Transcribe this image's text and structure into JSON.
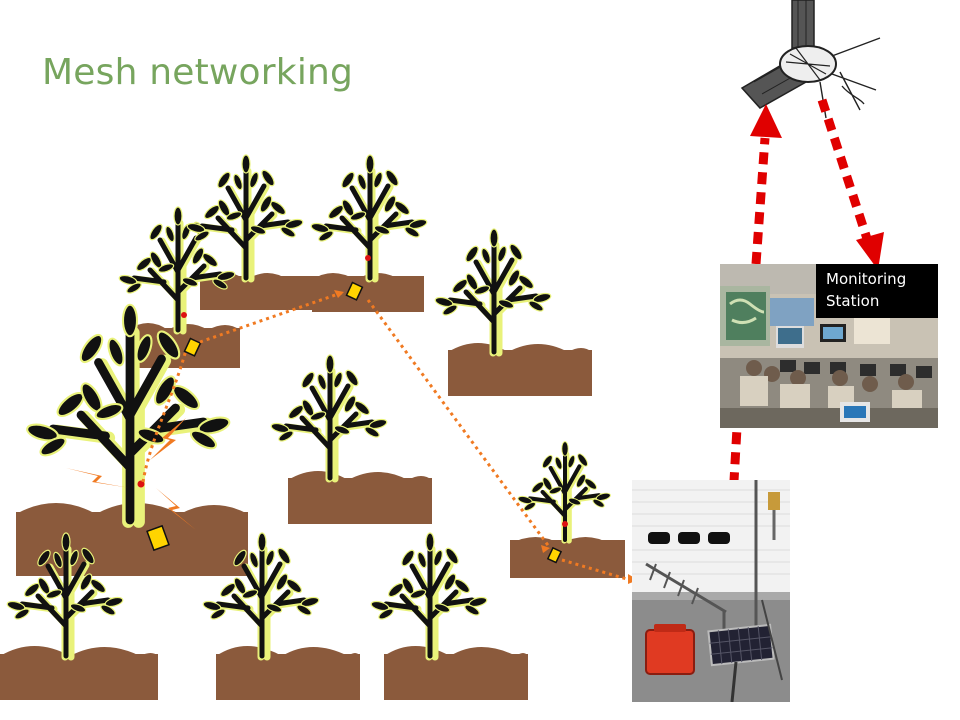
{
  "slide": {
    "title": "Mesh networking"
  },
  "station": {
    "caption_line1": "Monitoring",
    "caption_line2": "Station"
  },
  "colors": {
    "title": "#77a55e",
    "soil": "#8b5a3c",
    "tree": "#111111",
    "tree_glow": "#e9f27a",
    "sensor": "#ffd400",
    "mesh_link": "#f07a22",
    "satellite_link": "#e00000"
  },
  "diagram": {
    "nodes": [
      {
        "id": "tree-1",
        "kind": "tree"
      },
      {
        "id": "tree-2",
        "kind": "tree"
      },
      {
        "id": "tree-3",
        "kind": "tree"
      },
      {
        "id": "tree-4",
        "kind": "tree"
      },
      {
        "id": "tree-5",
        "kind": "tree"
      },
      {
        "id": "tree-6",
        "kind": "tree"
      },
      {
        "id": "tree-7",
        "kind": "tree"
      },
      {
        "id": "tree-8",
        "kind": "tree"
      },
      {
        "id": "tree-9",
        "kind": "tree"
      },
      {
        "id": "tree-10",
        "kind": "tree"
      },
      {
        "id": "satellite",
        "kind": "satellite"
      },
      {
        "id": "monitoring-station",
        "kind": "photo"
      },
      {
        "id": "field-station",
        "kind": "photo"
      }
    ],
    "links": [
      {
        "from": "tree-7",
        "to": "tree-1",
        "style": "dotted"
      },
      {
        "from": "tree-1",
        "to": "tree-3",
        "style": "dotted"
      },
      {
        "from": "tree-3",
        "to": "tree-10",
        "style": "dotted"
      },
      {
        "from": "tree-10",
        "to": "field-station",
        "style": "dotted"
      },
      {
        "from": "field-station",
        "to": "monitoring-station",
        "style": "dashed"
      },
      {
        "from": "monitoring-station",
        "to": "satellite",
        "style": "dashed"
      },
      {
        "from": "satellite",
        "to": "monitoring-station",
        "style": "dashed"
      }
    ]
  }
}
